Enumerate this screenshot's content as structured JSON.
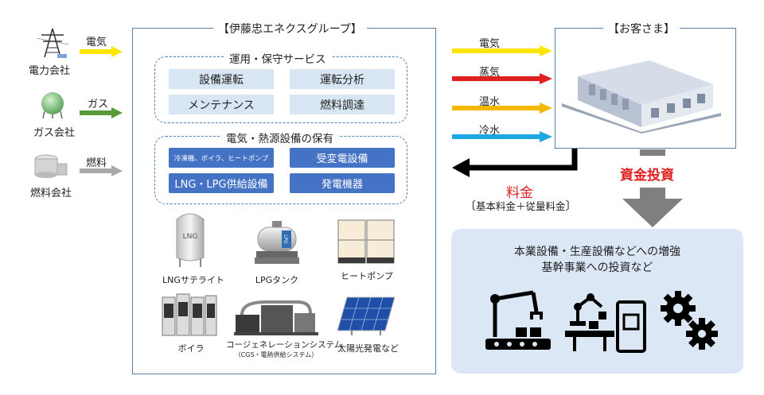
{
  "suppliers": [
    {
      "name": "電力会社",
      "flow": "電気",
      "icon": "power-tower-icon"
    },
    {
      "name": "ガス会社",
      "flow": "ガス",
      "icon": "gas-tank-icon"
    },
    {
      "name": "燃料会社",
      "flow": "燃料",
      "icon": "fuel-tank-icon"
    }
  ],
  "group": {
    "title": "【伊藤忠エネクスグループ】",
    "ops": {
      "title": "運用・保守サービス",
      "tiles": [
        "設備運転",
        "運転分析",
        "メンテナンス",
        "燃料調達"
      ]
    },
    "ownership": {
      "title": "電気・熱源設備の保有",
      "tiles": [
        "冷凍機、ボイラ、ヒートポンプ",
        "受変電設備",
        "LNG・LPG供給設備",
        "発電機器"
      ]
    },
    "equipment": [
      {
        "label": "LNGサテライト",
        "icon": "lng-tank-icon",
        "tag": "LNG"
      },
      {
        "label": "LPGタンク",
        "icon": "lpg-tank-icon",
        "tag": "LPG"
      },
      {
        "label": "ヒートポンプ",
        "icon": "heat-pump-icon"
      },
      {
        "label": "ボイラ",
        "icon": "boiler-icon"
      },
      {
        "label": "コージェネレーションシステム",
        "sub": "（CGS・電熱供給システム）",
        "icon": "cogeneration-icon"
      },
      {
        "label": "太陽光発電など",
        "icon": "solar-panel-icon"
      }
    ]
  },
  "outputs": [
    {
      "label": "電気",
      "color": "#ffe600"
    },
    {
      "label": "蒸気",
      "color": "#e02020"
    },
    {
      "label": "温水",
      "color": "#f5b800"
    },
    {
      "label": "冷水",
      "color": "#1ea7e1"
    }
  ],
  "fee": {
    "title": "料金",
    "detail": "基本料金＋従量料金",
    "color": "#e02020"
  },
  "customer": {
    "title": "【お客さま】",
    "icon": "factory-building-icon"
  },
  "investment": {
    "label": "資金投資",
    "color": "#e02020",
    "line1": "本業設備・生産設備などへの増強",
    "line2": "基幹事業への投資など",
    "icons": [
      "robot-arm-icon",
      "production-line-icon",
      "gears-icon"
    ]
  }
}
